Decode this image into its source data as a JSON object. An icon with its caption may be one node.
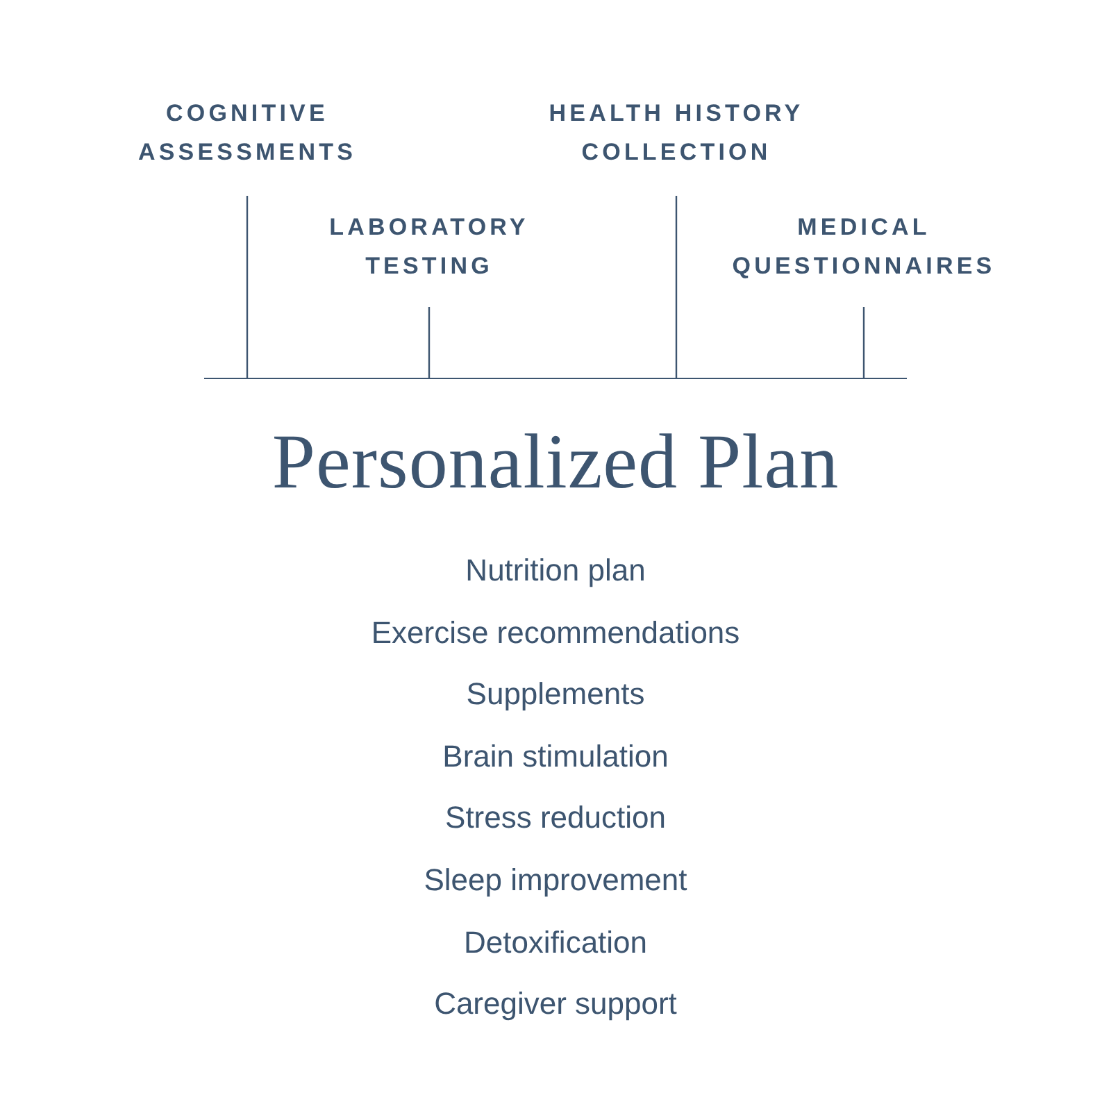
{
  "diagram": {
    "title": "Personalized Plan",
    "nodes": [
      {
        "text": [
          "COGNITIVE ASSESSMENTS"
        ]
      },
      {
        "text": [
          "LABORATORY TESTING"
        ]
      },
      {
        "text": [
          "HEALTH HISTORY COLLECTION"
        ]
      },
      {
        "text": [
          "MEDICAL QUESTIONNAIRES"
        ]
      },
      {
        "text": [],
        "shape": "bar"
      }
    ],
    "edges": [
      {
        "from": 0,
        "to": 4,
        "arrow": "none"
      },
      {
        "from": 1,
        "to": 4,
        "arrow": "none"
      },
      {
        "from": 2,
        "to": 4,
        "arrow": "none"
      },
      {
        "from": 3,
        "to": 4,
        "arrow": "none"
      }
    ],
    "labels": [
      "Nutrition plan",
      "Exercise recommendations",
      "Supplements",
      "Brain stimulation",
      "Stress reduction",
      "Sleep improvement",
      "Detoxification",
      "Caregiver support"
    ]
  }
}
